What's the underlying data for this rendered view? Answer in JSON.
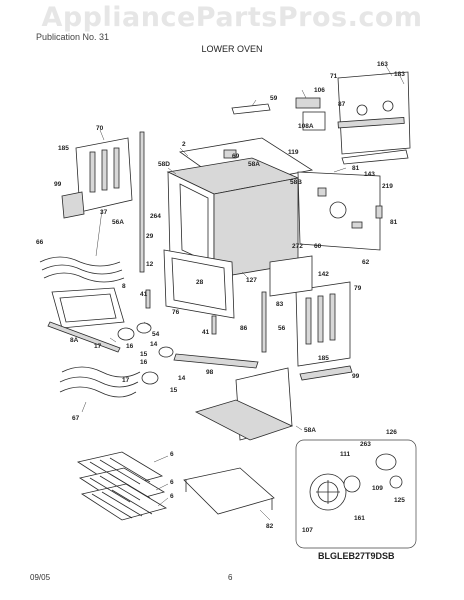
{
  "watermark": "AppliancePartsPros.com",
  "header": {
    "text": "Publication No. 31"
  },
  "section_title": "LOWER OVEN",
  "model_code": "BLGLEB27T9DSB",
  "footer": {
    "date": "09/05",
    "page": "6"
  },
  "callouts": [
    "163",
    "183",
    "71",
    "87",
    "106",
    "59",
    "108A",
    "70",
    "185",
    "2",
    "69",
    "58A",
    "58D",
    "58B",
    "119",
    "81",
    "143",
    "219",
    "99",
    "37",
    "264",
    "56A",
    "29",
    "272",
    "60",
    "66",
    "12",
    "127",
    "62",
    "81",
    "8",
    "41",
    "76",
    "28",
    "142",
    "79",
    "83",
    "8A",
    "54",
    "14",
    "41",
    "86",
    "56",
    "17",
    "16",
    "15",
    "185",
    "16",
    "14",
    "98",
    "99",
    "67",
    "17",
    "15",
    "58A",
    "126",
    "263",
    "111",
    "109",
    "6",
    "6",
    "6",
    "125",
    "161",
    "107",
    "82"
  ]
}
